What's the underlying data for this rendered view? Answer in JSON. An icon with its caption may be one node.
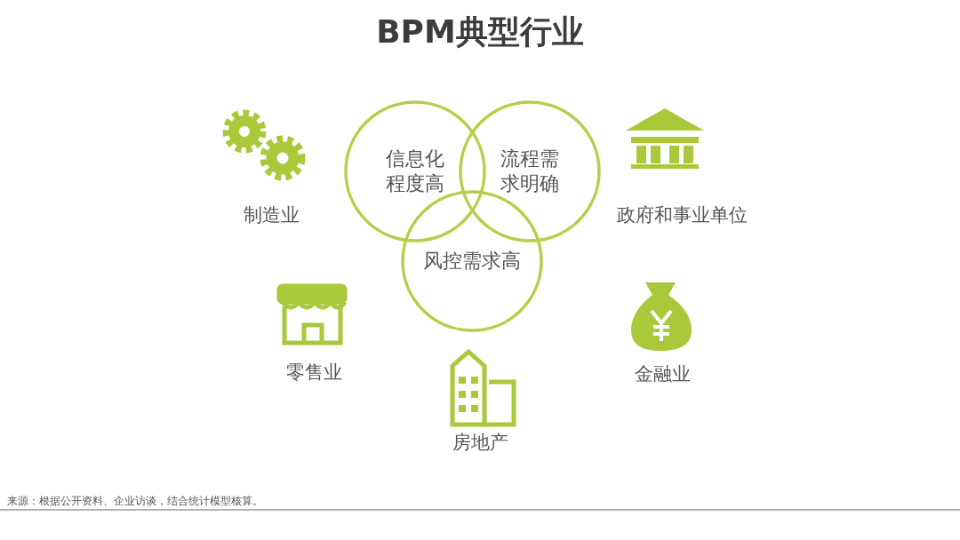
{
  "diagram": {
    "title": "BPM典型行业",
    "nodes": [
      {
        "text": [
          "信息化程度高"
        ]
      },
      {
        "text": [
          "流程需求明确"
        ]
      },
      {
        "text": [
          "风控需求高"
        ]
      }
    ],
    "labels": [
      "制造业",
      "政府和事业单位",
      "零售业",
      "金融业",
      "房地产",
      "来源：根据公开资料、企业访谈，结合统计模型核算。"
    ]
  }
}
